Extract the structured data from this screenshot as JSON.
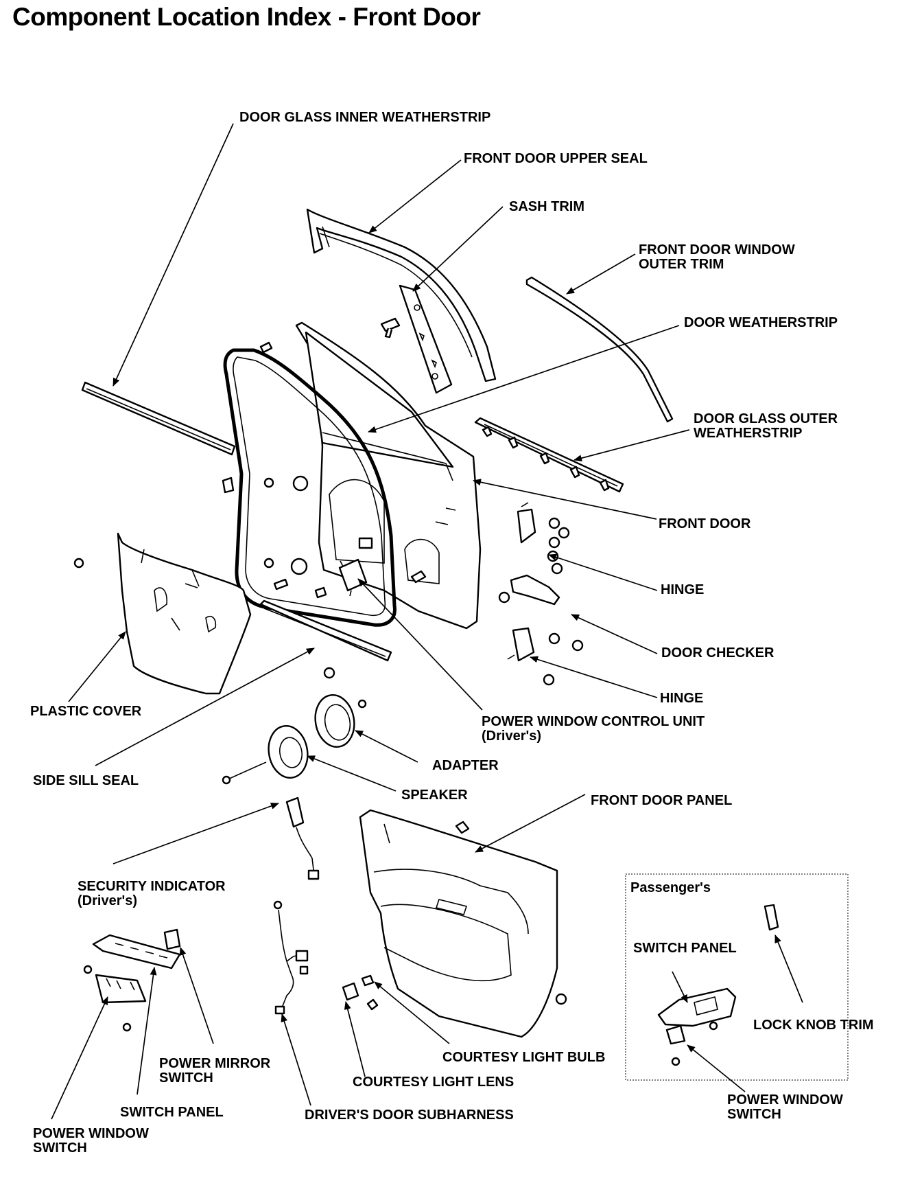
{
  "title": "Component Location Index - Front Door",
  "labels": {
    "door_glass_inner_weatherstrip": "DOOR GLASS INNER WEATHERSTRIP",
    "front_door_upper_seal": "FRONT DOOR UPPER SEAL",
    "sash_trim": "SASH TRIM",
    "front_door_window_outer_trim_1": "FRONT DOOR WINDOW",
    "front_door_window_outer_trim_2": "OUTER TRIM",
    "door_weatherstrip": "DOOR WEATHERSTRIP",
    "door_glass_outer_weatherstrip_1": "DOOR GLASS OUTER",
    "door_glass_outer_weatherstrip_2": "WEATHERSTRIP",
    "front_door": "FRONT DOOR",
    "hinge_upper": "HINGE",
    "door_checker": "DOOR CHECKER",
    "hinge_lower": "HINGE",
    "plastic_cover": "PLASTIC COVER",
    "power_window_control_unit_1": "POWER WINDOW CONTROL UNIT",
    "power_window_control_unit_2": "(Driver's)",
    "adapter": "ADAPTER",
    "side_sill_seal": "SIDE SILL SEAL",
    "speaker": "SPEAKER",
    "front_door_panel": "FRONT DOOR PANEL",
    "security_indicator_1": "SECURITY INDICATOR",
    "security_indicator_2": "(Driver's)",
    "passengers_heading": "Passenger's",
    "passenger_switch_panel": "SWITCH PANEL",
    "lock_knob_trim": "LOCK KNOB TRIM",
    "power_mirror_switch_1": "POWER MIRROR",
    "power_mirror_switch_2": "SWITCH",
    "courtesy_light_bulb": "COURTESY LIGHT BULB",
    "courtesy_light_lens": "COURTESY LIGHT LENS",
    "driver_switch_panel": "SWITCH PANEL",
    "drivers_door_subharness": "DRIVER'S DOOR SUBHARNESS",
    "passenger_power_window_switch_1": "POWER WINDOW",
    "passenger_power_window_switch_2": "SWITCH",
    "driver_power_window_switch_1": "POWER WINDOW",
    "driver_power_window_switch_2": "SWITCH"
  }
}
